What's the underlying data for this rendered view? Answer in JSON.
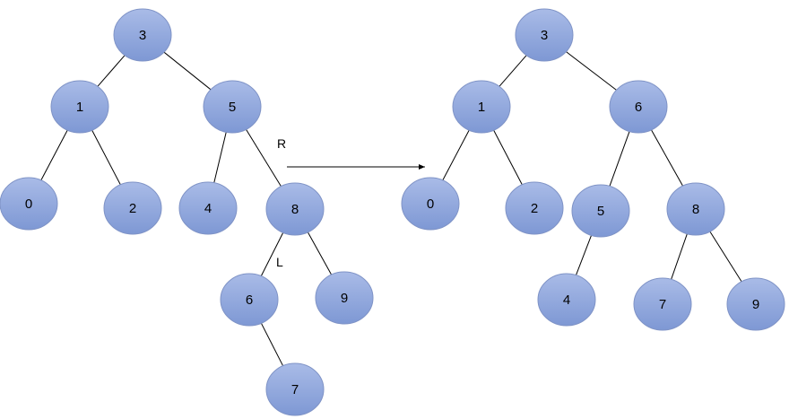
{
  "colors": {
    "node_fill_top": "#a9bbe7",
    "node_fill_bottom": "#7e98d4",
    "node_stroke": "#7f93c6",
    "edge": "#000000"
  },
  "before_tree": {
    "nodes": [
      {
        "id": "b3",
        "label": "3"
      },
      {
        "id": "b1",
        "label": "1"
      },
      {
        "id": "b5",
        "label": "5"
      },
      {
        "id": "b0",
        "label": "0"
      },
      {
        "id": "b2",
        "label": "2"
      },
      {
        "id": "b4",
        "label": "4"
      },
      {
        "id": "b8",
        "label": "8"
      },
      {
        "id": "b6",
        "label": "6"
      },
      {
        "id": "b9",
        "label": "9"
      },
      {
        "id": "b7",
        "label": "7"
      }
    ],
    "edges": [
      {
        "from": "b3",
        "to": "b1"
      },
      {
        "from": "b3",
        "to": "b5"
      },
      {
        "from": "b1",
        "to": "b0"
      },
      {
        "from": "b1",
        "to": "b2"
      },
      {
        "from": "b5",
        "to": "b4"
      },
      {
        "from": "b5",
        "to": "b8",
        "label": "R"
      },
      {
        "from": "b8",
        "to": "b6",
        "label": "L"
      },
      {
        "from": "b8",
        "to": "b9"
      },
      {
        "from": "b6",
        "to": "b7"
      }
    ]
  },
  "after_tree": {
    "nodes": [
      {
        "id": "a3",
        "label": "3"
      },
      {
        "id": "a1",
        "label": "1"
      },
      {
        "id": "a6",
        "label": "6"
      },
      {
        "id": "a0",
        "label": "0"
      },
      {
        "id": "a2",
        "label": "2"
      },
      {
        "id": "a5",
        "label": "5"
      },
      {
        "id": "a8",
        "label": "8"
      },
      {
        "id": "a4",
        "label": "4"
      },
      {
        "id": "a7",
        "label": "7"
      },
      {
        "id": "a9",
        "label": "9"
      }
    ],
    "edges": [
      {
        "from": "a3",
        "to": "a1"
      },
      {
        "from": "a3",
        "to": "a6"
      },
      {
        "from": "a1",
        "to": "a0"
      },
      {
        "from": "a1",
        "to": "a2"
      },
      {
        "from": "a6",
        "to": "a5"
      },
      {
        "from": "a6",
        "to": "a8"
      },
      {
        "from": "a5",
        "to": "a4"
      },
      {
        "from": "a8",
        "to": "a7"
      },
      {
        "from": "a8",
        "to": "a9"
      }
    ]
  }
}
